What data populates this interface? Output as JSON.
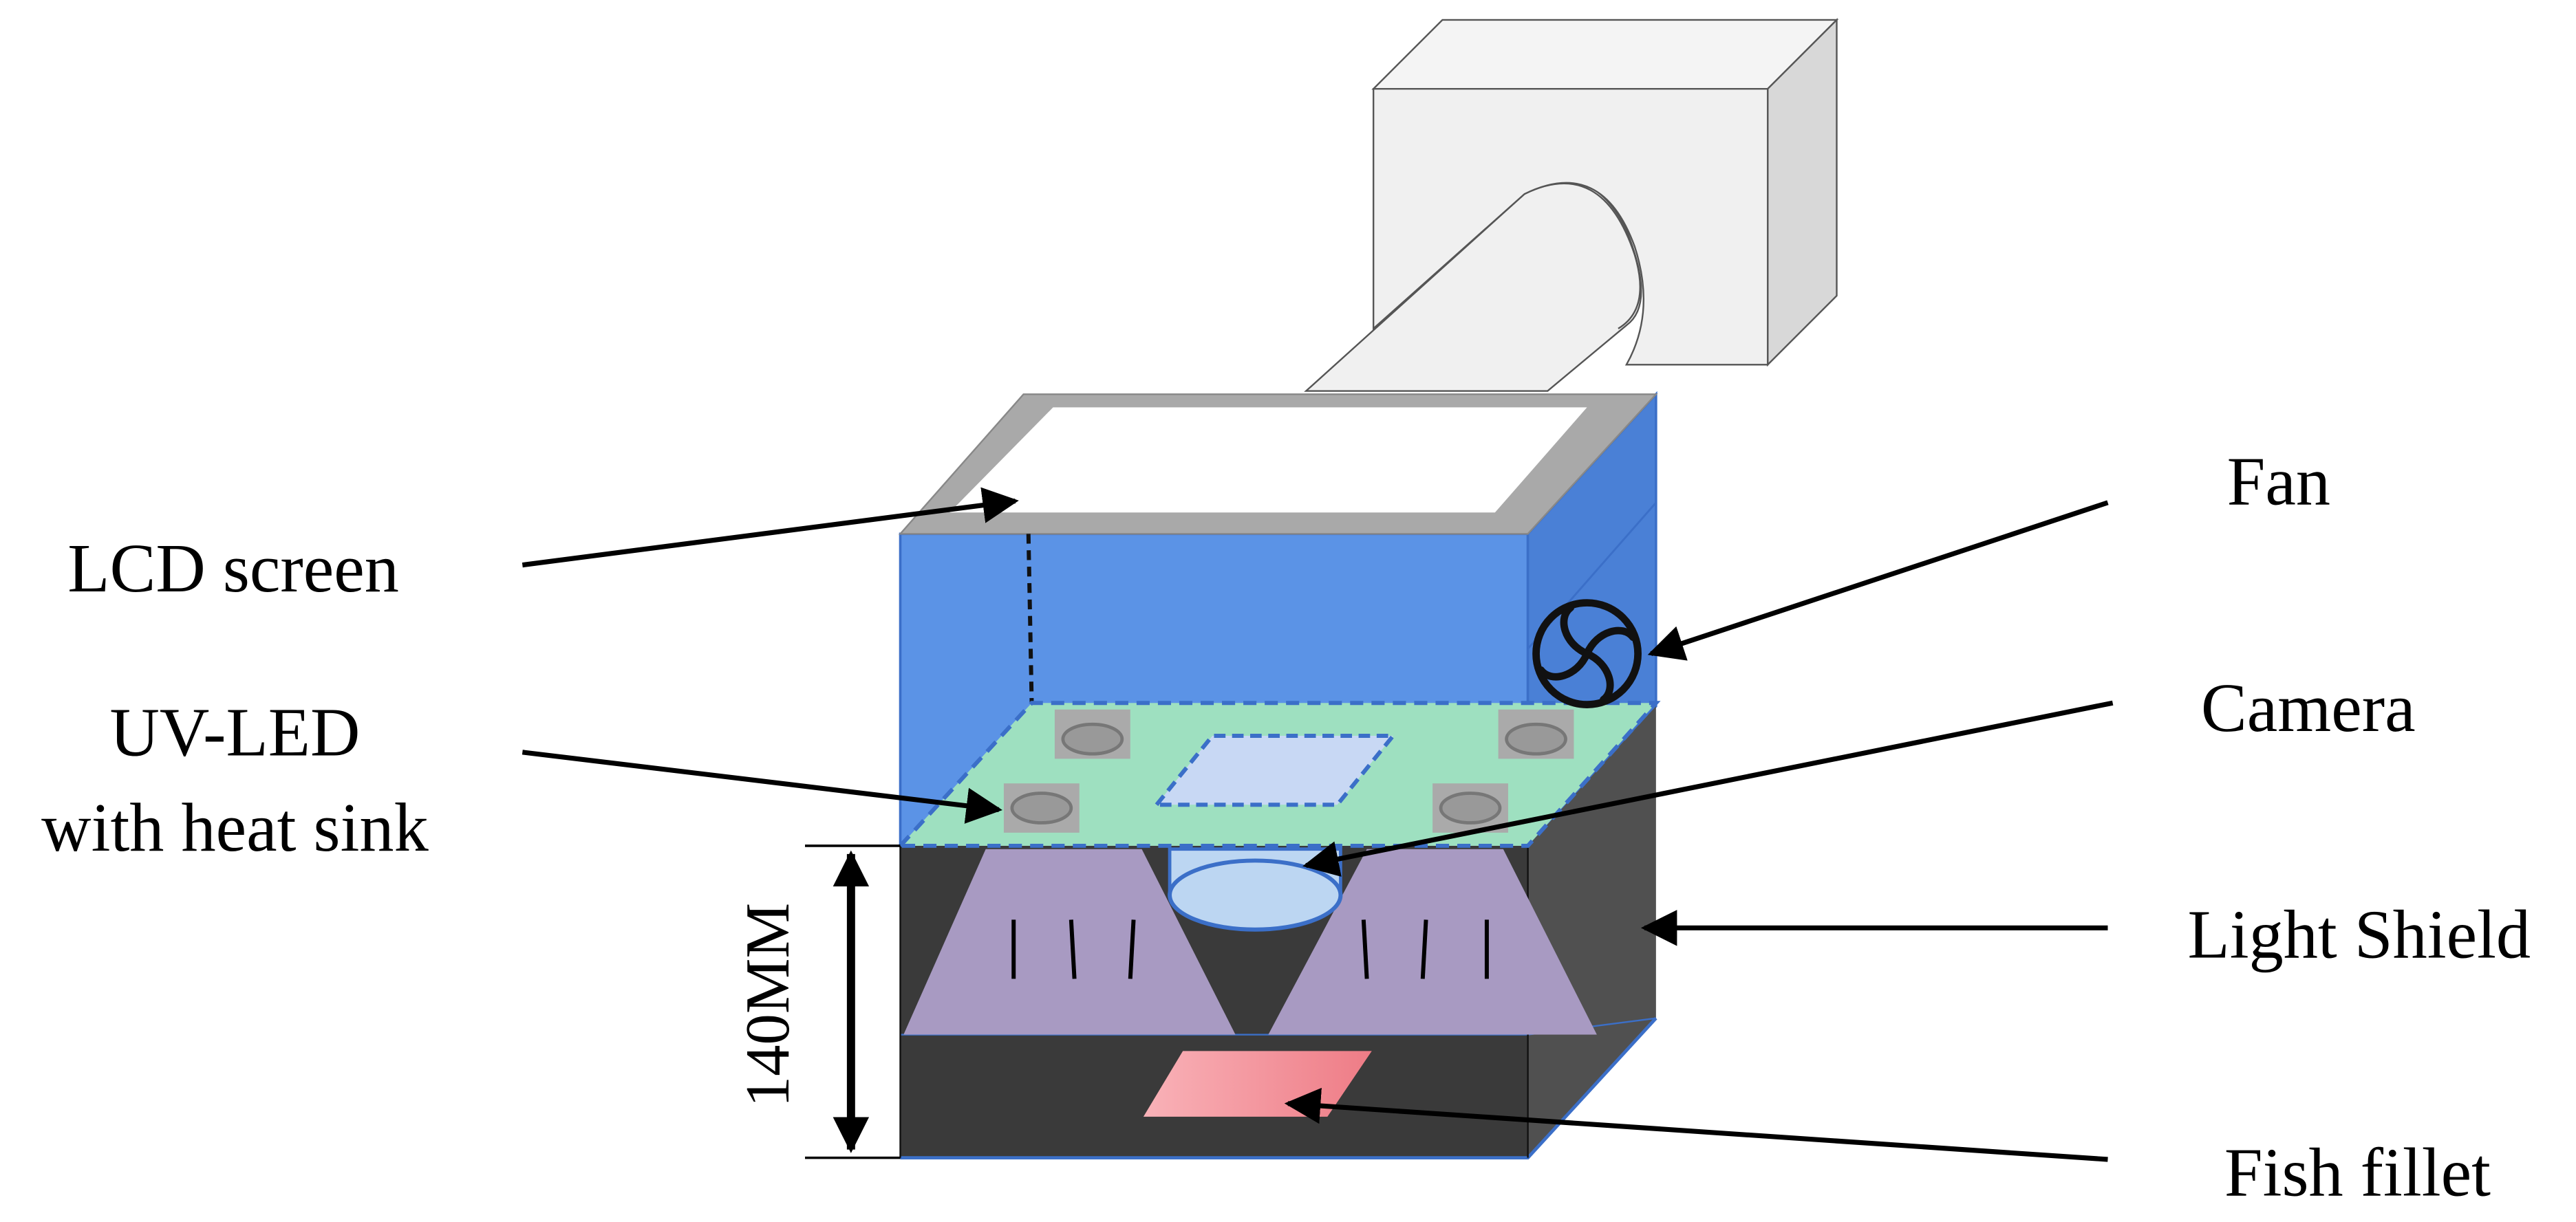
{
  "labels": {
    "lcd": "LCD screen",
    "uvled_line1": "UV-LED",
    "uvled_line2": "with heat sink",
    "fan": "Fan",
    "camera": "Camera",
    "shield": "Light Shield",
    "fillet": "Fish fillet",
    "dimension": "140MM"
  },
  "colors": {
    "upper_box": "#5b93e6",
    "upper_side": "#4a80d6",
    "pcb": "#9ee0c0",
    "pcb_border": "#3b6fc8",
    "lower_box": "#3a3a3a",
    "lower_side": "#505050",
    "beam": "#a89ac2",
    "fillet": "#f4a0a8",
    "camera_body": "#f0f0f0",
    "lens": "#bcd6f2"
  }
}
